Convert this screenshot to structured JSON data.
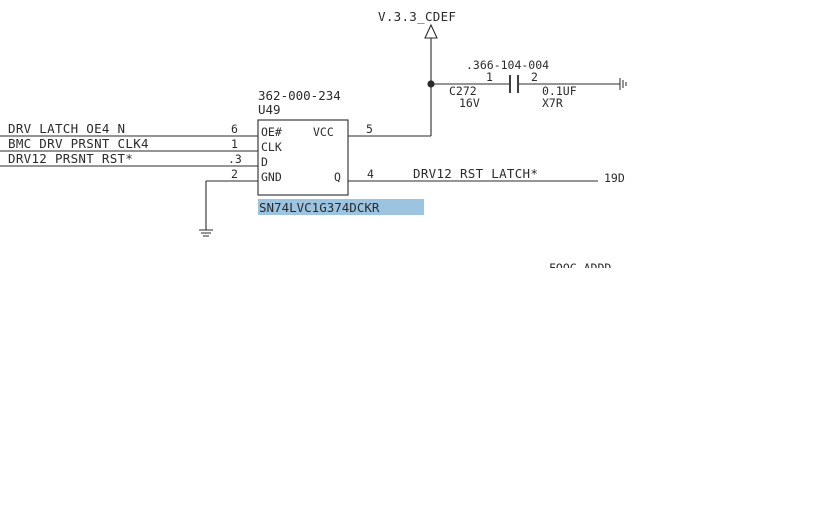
{
  "power_rail": {
    "label": "V.3.3_CDEF"
  },
  "capacitor": {
    "part_number": ".366-104-004",
    "pin1": "1",
    "pin2": "2",
    "refdes": "C272",
    "voltage": "16V",
    "value": "0.1UF",
    "dielectric": "X7R"
  },
  "ic": {
    "part_number": "362-000-234",
    "refdes": "U49",
    "device": "SN74LVC1G374DCKR",
    "pins": [
      {
        "name": "OE#",
        "number": "6",
        "net": "DRV_LATCH_OE4_N"
      },
      {
        "name": "CLK",
        "number": "1",
        "net": "BMC_DRV_PRSNT_CLK4"
      },
      {
        "name": "D",
        "number": ".3",
        "net": "DRV12_PRSNT_RST*"
      },
      {
        "name": "GND",
        "number": "2",
        "net": ""
      },
      {
        "name": "VCC",
        "number": "5",
        "net": ""
      },
      {
        "name": "Q",
        "number": "4",
        "net": "DRV12_RST_LATCH*"
      }
    ]
  },
  "offpage": {
    "label": "19D"
  },
  "fragment": {
    "label": "FOOC ADDD"
  }
}
